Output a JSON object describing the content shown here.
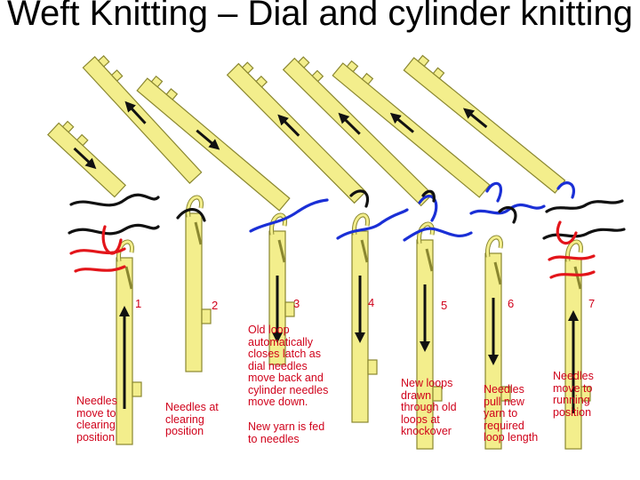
{
  "title": "Weft Knitting – Dial and cylinder knitting",
  "colors": {
    "needle_fill": "#f3ee8c",
    "needle_stroke": "#8a8730",
    "yarn_old": "#111111",
    "yarn_new": "#1a2fd6",
    "yarn_red": "#e3151a",
    "caption": "#d0021b"
  },
  "stages": [
    {
      "number": "1",
      "caption": "Needles\nmove to\nclearing\nposition"
    },
    {
      "number": "2",
      "caption": "Needles at\nclearing\nposition"
    },
    {
      "number": "3",
      "caption": "Old loop\nautomatically\ncloses latch as\ndial needles\nmove back and\ncylinder needles\nmove down."
    },
    {
      "number": "4",
      "caption": "New yarn is fed\nto needles"
    },
    {
      "number": "5",
      "caption": "New loops\ndrawn\nthrough old\nloops at\nknockover"
    },
    {
      "number": "6",
      "caption": "Needles\npull new\nyarn to\nrequired\nloop length"
    },
    {
      "number": "7",
      "caption": "Needles\nmove to\nrunning\nposition"
    }
  ]
}
